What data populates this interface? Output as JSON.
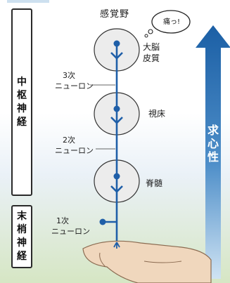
{
  "central_nervous_system": [
    "中",
    "枢",
    "神",
    "経"
  ],
  "peripheral_nervous_system": [
    "末",
    "梢",
    "神",
    "経"
  ],
  "top_label": "感覚野",
  "thought_bubble": "痛っ!",
  "regions": {
    "cortex": [
      "大脳",
      "皮質"
    ],
    "thalamus": "視床",
    "spinal_cord": "脊髄"
  },
  "neurons": {
    "third": [
      "3次",
      "ニューロン"
    ],
    "second": [
      "2次",
      "ニューロン"
    ],
    "first": [
      "1次",
      "ニューロン"
    ]
  },
  "direction_label": [
    "求",
    "心",
    "性"
  ],
  "colors": {
    "neuron_line": "#1f5fa8",
    "circle_stroke": "#333333",
    "circle_fill": "#ececec",
    "arrow_top": "#1b5fa5",
    "arrow_bottom": "#cfe3f3",
    "hand": "#f0d7bd"
  }
}
